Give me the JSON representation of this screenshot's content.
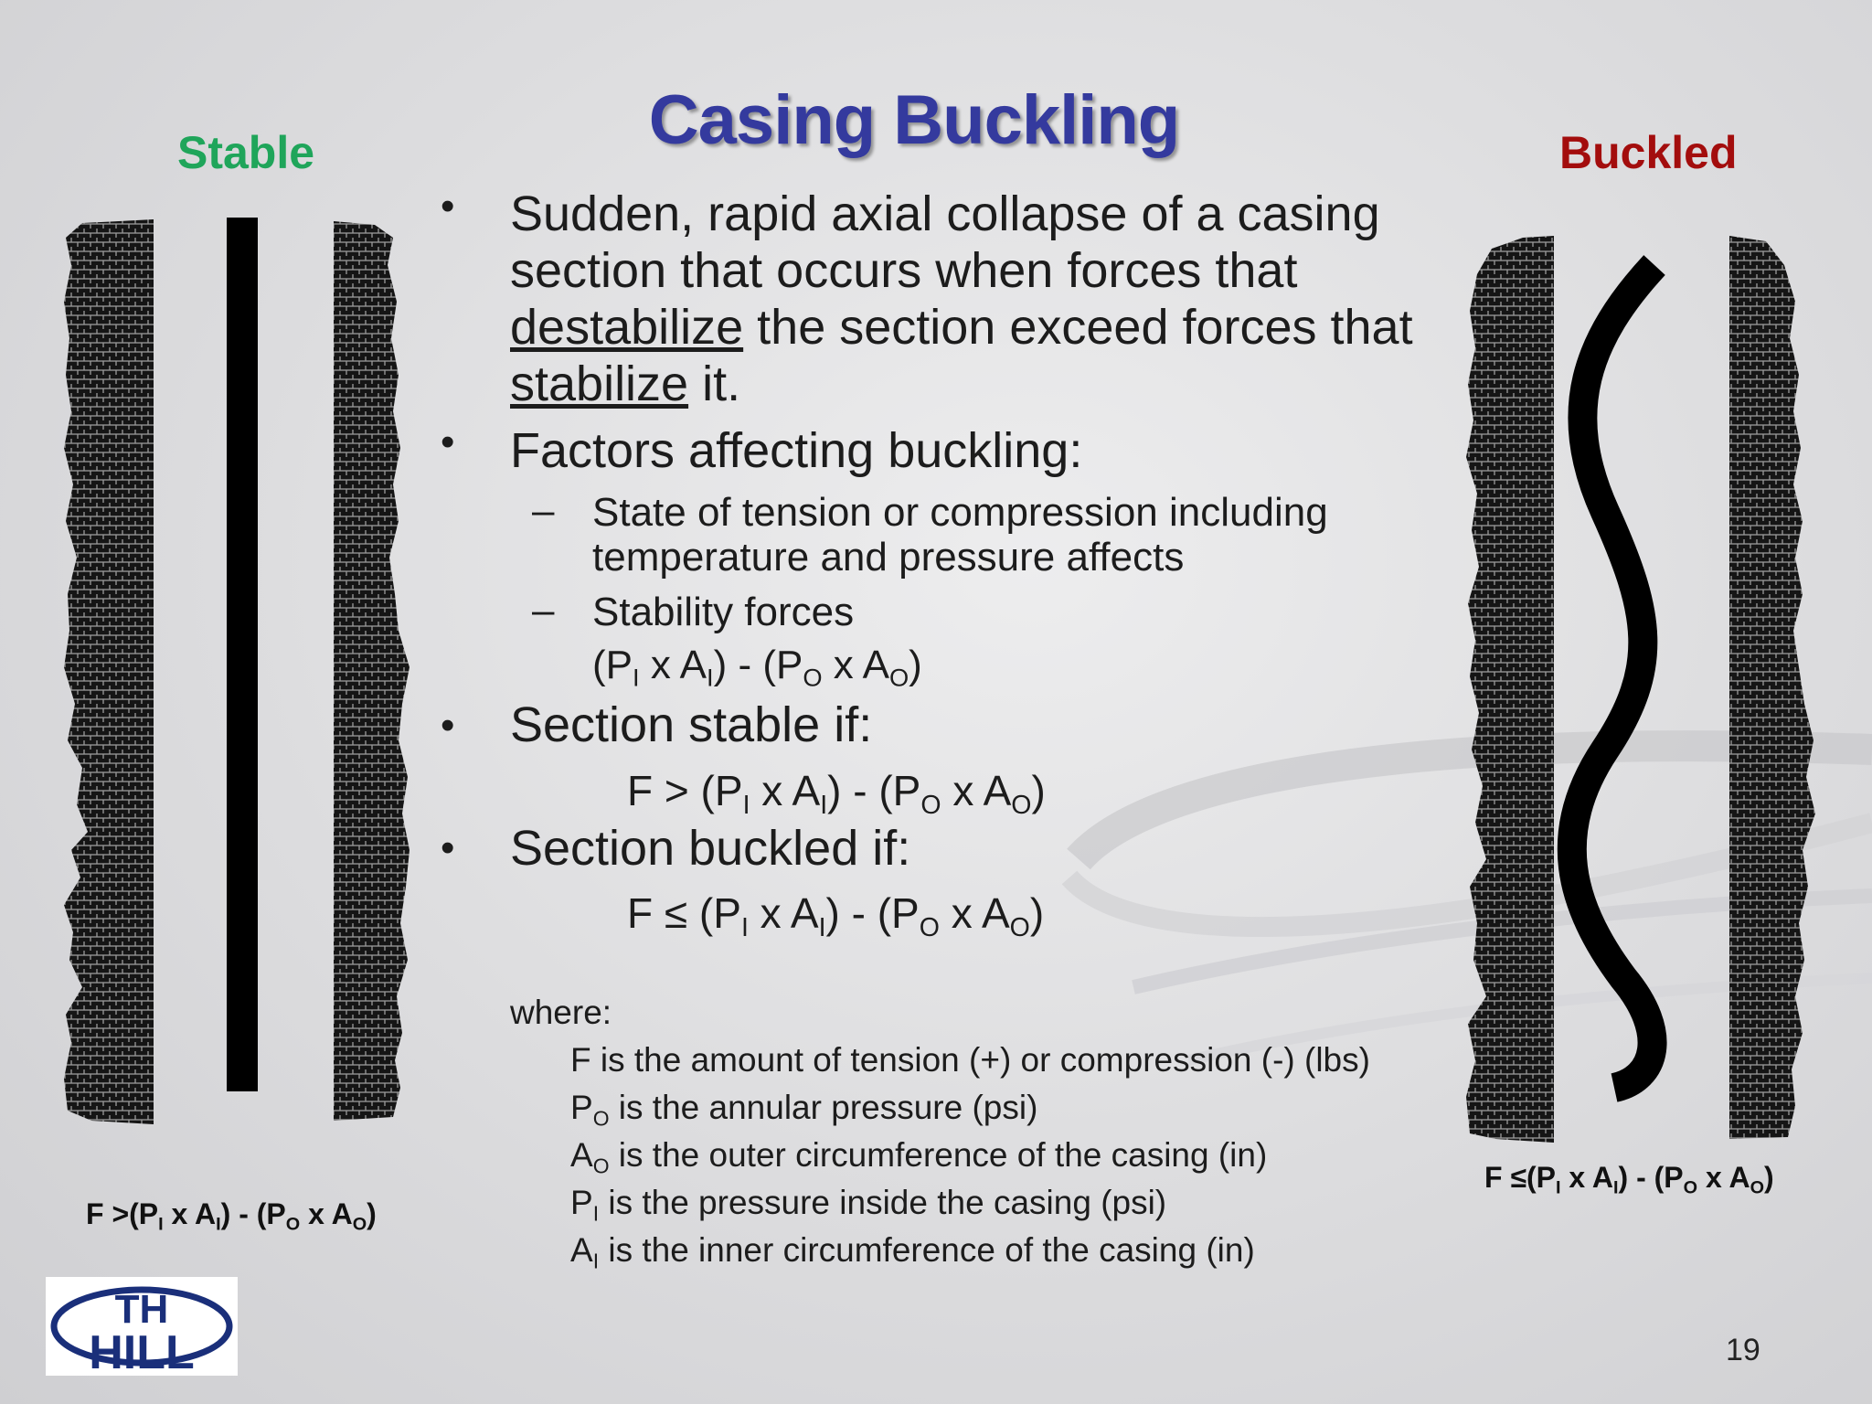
{
  "slide": {
    "title": "Casing Buckling",
    "page_number": "19",
    "stable_label": "Stable",
    "buckled_label": "Buckled",
    "colors": {
      "title": "#343a9e",
      "stable": "#1fa55a",
      "buckled": "#a30d0d"
    }
  },
  "bullets": {
    "b1": {
      "part1": "Sudden, rapid axial collapse of a casing section that occurs when forces that",
      "underline1": "destabilize",
      "part2": "the section exceed forces that",
      "underline2": "stabilize",
      "part3": "it."
    },
    "b2": "Factors affecting buckling:",
    "sub1_line1": "State of tension or compression including",
    "sub1_line2": "temperature and pressure affects",
    "sub2": "Stability forces",
    "b3": "Section stable if:",
    "b4": "Section buckled if:"
  },
  "where": {
    "label": "where:",
    "def_f": "F is the amount of tension (+) or compression (-) (lbs)",
    "def_po": " is the annular pressure (psi)",
    "def_ao": " is the outer circumference of the casing (in)",
    "def_pi": " is the pressure inside the casing (psi)",
    "def_ai": " is the inner circumference of the casing (in)"
  },
  "math": {
    "P": "P",
    "A": "A",
    "F": "F",
    "I": "I",
    "O": "O",
    "x": " x ",
    "minus": ") - (",
    "open": "(",
    "close": ")",
    "gt": " > ",
    "le": " ≤ ",
    "gt_tight": " >",
    "le_tight": " ≤"
  },
  "logo": {
    "line1": "TH",
    "line2": "HILL"
  },
  "icons": {
    "bullet": "•",
    "dash": "–"
  }
}
